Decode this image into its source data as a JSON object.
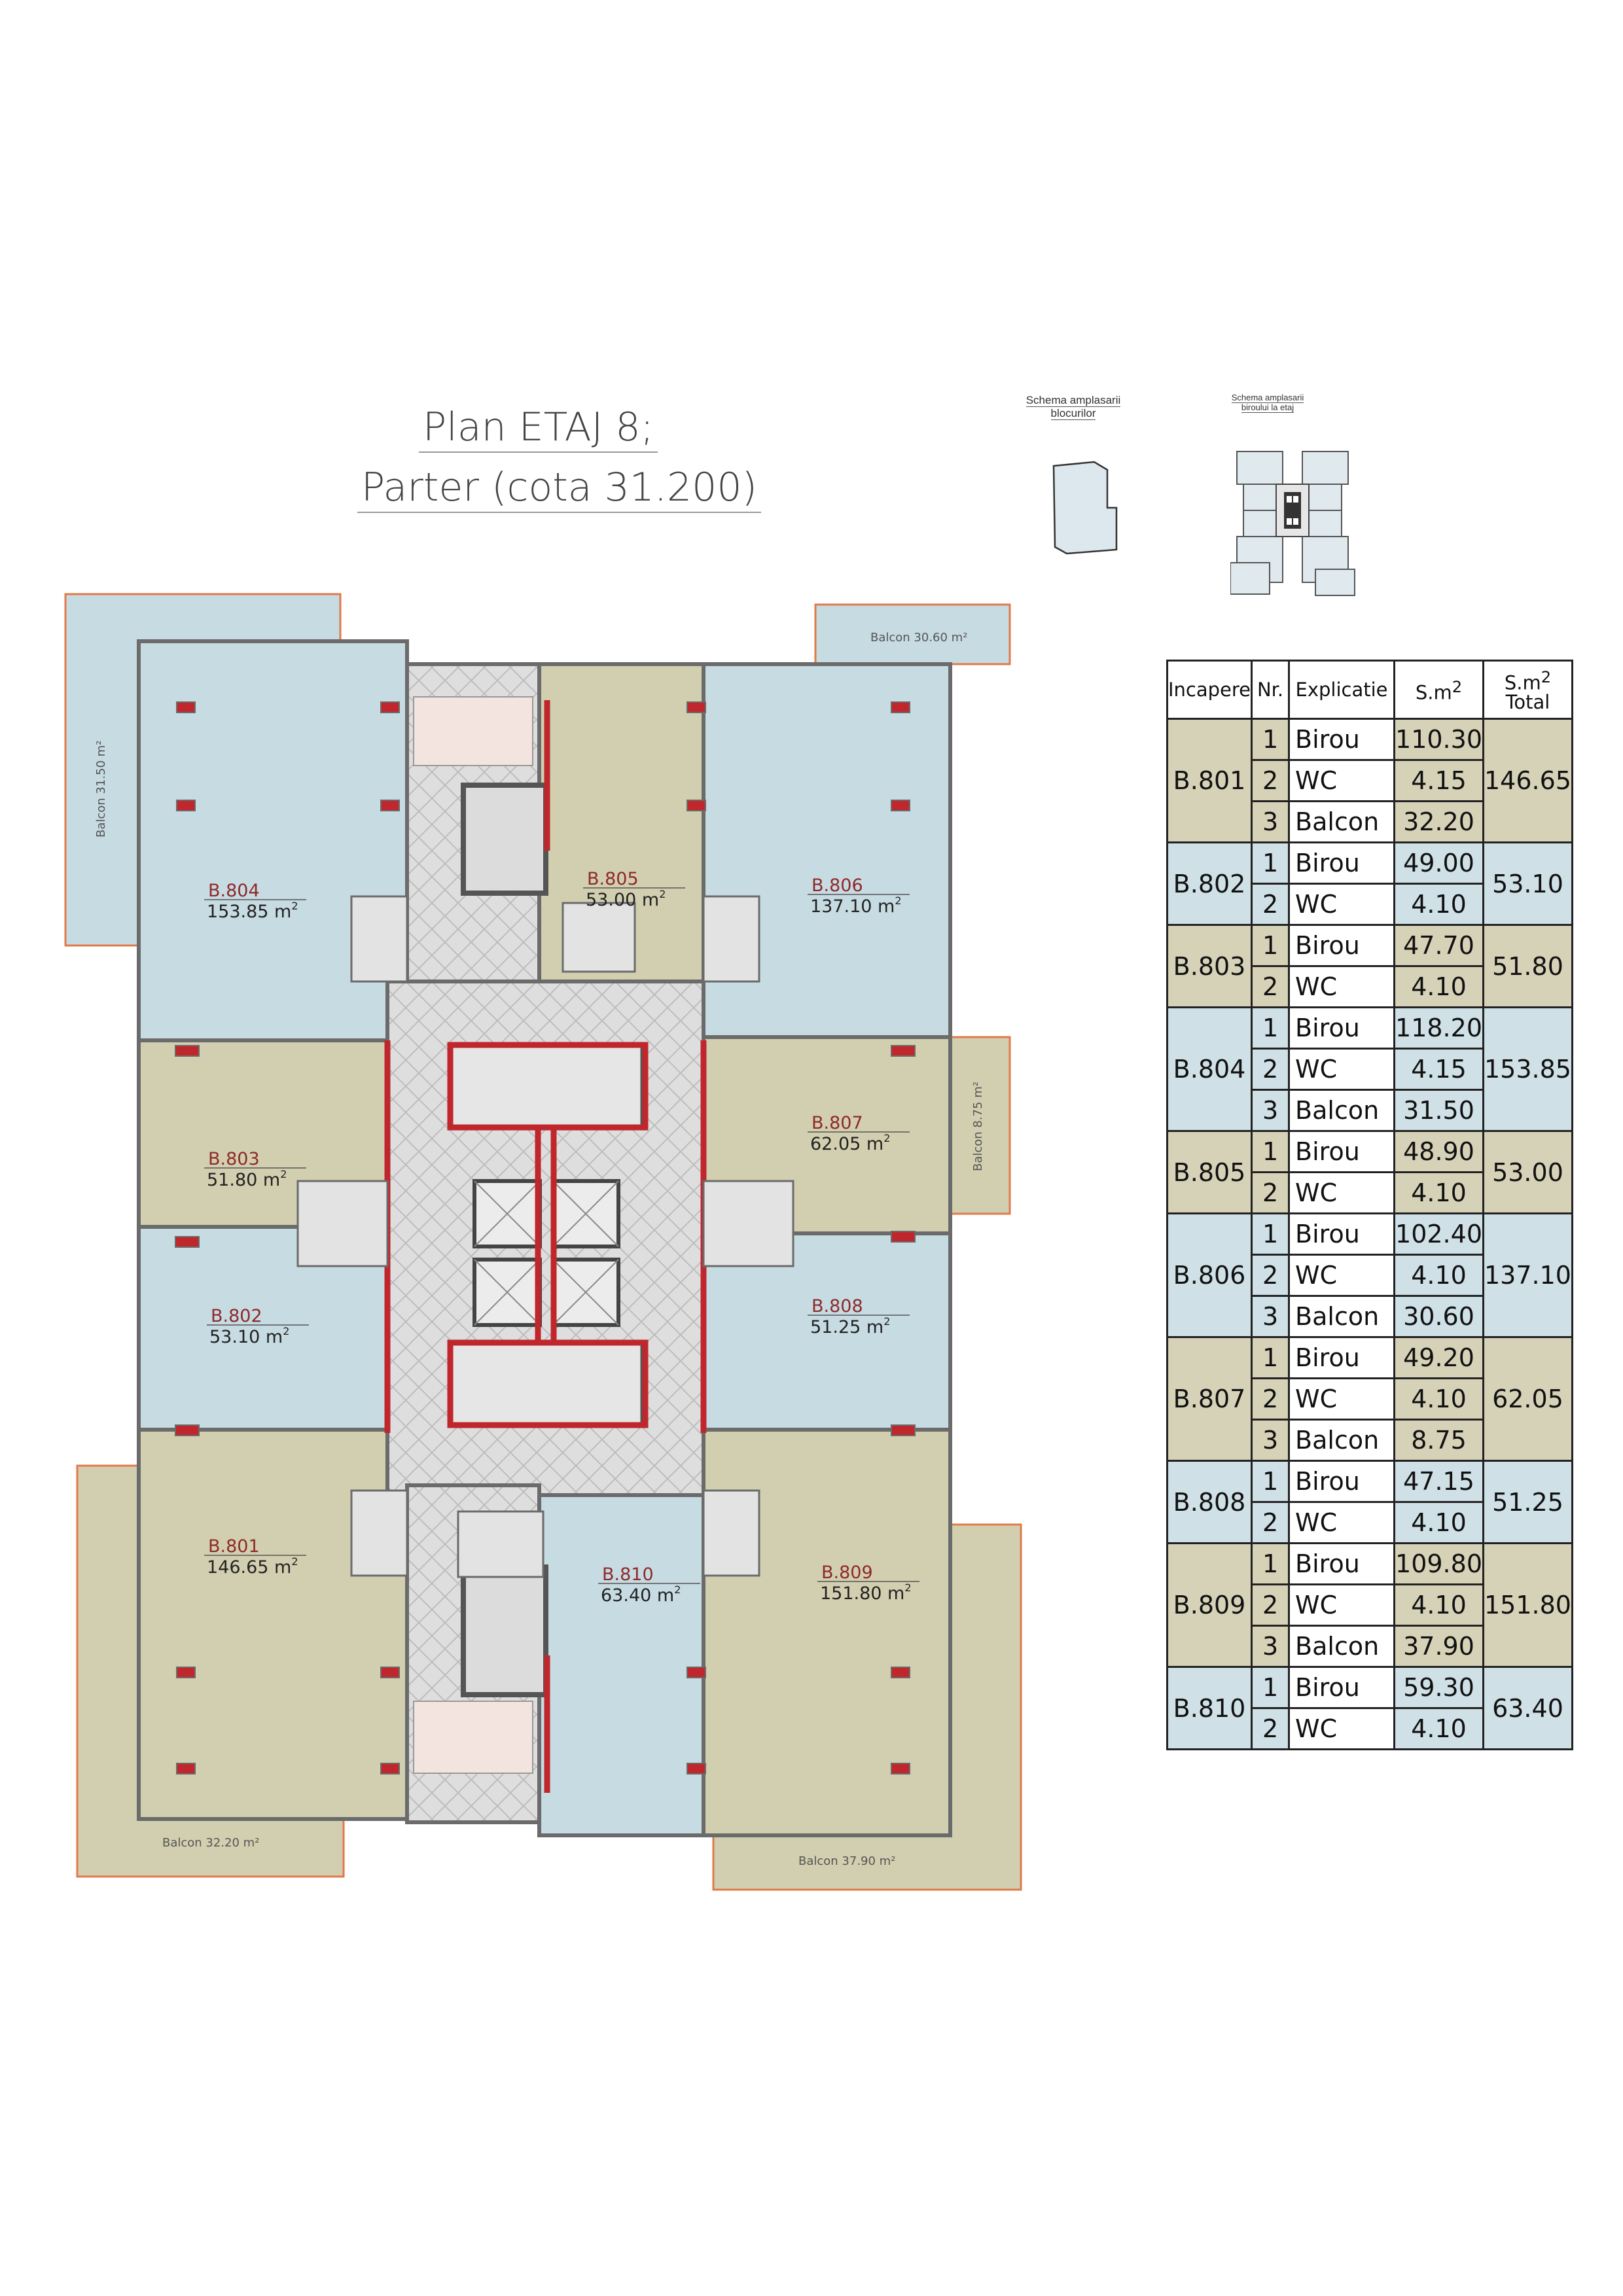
{
  "title": {
    "line1": "Plan ETAJ 8;",
    "line2": "Parter (cota 31.200)"
  },
  "schemes": {
    "blocks_caption_1": "Schema amplasarii",
    "blocks_caption_2": "blocurilor",
    "office_caption_1": "Schema amplasarii",
    "office_caption_2": "biroului la etaj"
  },
  "colors": {
    "blue_unit": "#c7dbe2",
    "olive_unit": "#d2cfb0",
    "core_hatch": "#dcdcdc",
    "wall": "#6b6b6b",
    "structure_red": "#c0272d",
    "balcony_outline": "#e07a4a"
  },
  "rooms": [
    {
      "id": "B.804",
      "area": "153.85"
    },
    {
      "id": "B.805",
      "area": "53.00"
    },
    {
      "id": "B.806",
      "area": "137.10"
    },
    {
      "id": "B.803",
      "area": "51.80"
    },
    {
      "id": "B.807",
      "area": "62.05"
    },
    {
      "id": "B.802",
      "area": "53.10"
    },
    {
      "id": "B.808",
      "area": "51.25"
    },
    {
      "id": "B.801",
      "area": "146.65"
    },
    {
      "id": "B.810",
      "area": "63.40"
    },
    {
      "id": "B.809",
      "area": "151.80"
    }
  ],
  "area_unit": "m",
  "area_unit_sup": "2",
  "balconies": [
    {
      "label": "Balcon 31.50 m²"
    },
    {
      "label": "Balcon 30.60 m²"
    },
    {
      "label": "Balcon 8.75 m²"
    },
    {
      "label": "Balcon 32.20 m²"
    },
    {
      "label": "Balcon 37.90 m²"
    }
  ],
  "table": {
    "headers": [
      "Incapere",
      "Nr.",
      "Explicatie",
      "S.m²",
      "S.m²\nTotal"
    ],
    "header_sm": "S.m",
    "header_sup": "2",
    "header_total": "Total",
    "groups": [
      {
        "room": "B.801",
        "total": "146.65",
        "color": "olive",
        "rows": [
          {
            "nr": "1",
            "exp": "Birou",
            "area": "110.30"
          },
          {
            "nr": "2",
            "exp": "WC",
            "area": "4.15"
          },
          {
            "nr": "3",
            "exp": "Balcon",
            "area": "32.20"
          }
        ]
      },
      {
        "room": "B.802",
        "total": "53.10",
        "color": "blue",
        "rows": [
          {
            "nr": "1",
            "exp": "Birou",
            "area": "49.00"
          },
          {
            "nr": "2",
            "exp": "WC",
            "area": "4.10"
          }
        ]
      },
      {
        "room": "B.803",
        "total": "51.80",
        "color": "olive",
        "rows": [
          {
            "nr": "1",
            "exp": "Birou",
            "area": "47.70"
          },
          {
            "nr": "2",
            "exp": "WC",
            "area": "4.10"
          }
        ]
      },
      {
        "room": "B.804",
        "total": "153.85",
        "color": "blue",
        "rows": [
          {
            "nr": "1",
            "exp": "Birou",
            "area": "118.20"
          },
          {
            "nr": "2",
            "exp": "WC",
            "area": "4.15"
          },
          {
            "nr": "3",
            "exp": "Balcon",
            "area": "31.50"
          }
        ]
      },
      {
        "room": "B.805",
        "total": "53.00",
        "color": "olive",
        "rows": [
          {
            "nr": "1",
            "exp": "Birou",
            "area": "48.90"
          },
          {
            "nr": "2",
            "exp": "WC",
            "area": "4.10"
          }
        ]
      },
      {
        "room": "B.806",
        "total": "137.10",
        "color": "blue",
        "rows": [
          {
            "nr": "1",
            "exp": "Birou",
            "area": "102.40"
          },
          {
            "nr": "2",
            "exp": "WC",
            "area": "4.10"
          },
          {
            "nr": "3",
            "exp": "Balcon",
            "area": "30.60"
          }
        ]
      },
      {
        "room": "B.807",
        "total": "62.05",
        "color": "olive",
        "rows": [
          {
            "nr": "1",
            "exp": "Birou",
            "area": "49.20"
          },
          {
            "nr": "2",
            "exp": "WC",
            "area": "4.10"
          },
          {
            "nr": "3",
            "exp": "Balcon",
            "area": "8.75"
          }
        ]
      },
      {
        "room": "B.808",
        "total": "51.25",
        "color": "blue",
        "rows": [
          {
            "nr": "1",
            "exp": "Birou",
            "area": "47.15"
          },
          {
            "nr": "2",
            "exp": "WC",
            "area": "4.10"
          }
        ]
      },
      {
        "room": "B.809",
        "total": "151.80",
        "color": "olive",
        "rows": [
          {
            "nr": "1",
            "exp": "Birou",
            "area": "109.80"
          },
          {
            "nr": "2",
            "exp": "WC",
            "area": "4.10"
          },
          {
            "nr": "3",
            "exp": "Balcon",
            "area": "37.90"
          }
        ]
      },
      {
        "room": "B.810",
        "total": "63.40",
        "color": "blue",
        "rows": [
          {
            "nr": "1",
            "exp": "Birou",
            "area": "59.30"
          },
          {
            "nr": "2",
            "exp": "WC",
            "area": "4.10"
          }
        ]
      }
    ]
  }
}
